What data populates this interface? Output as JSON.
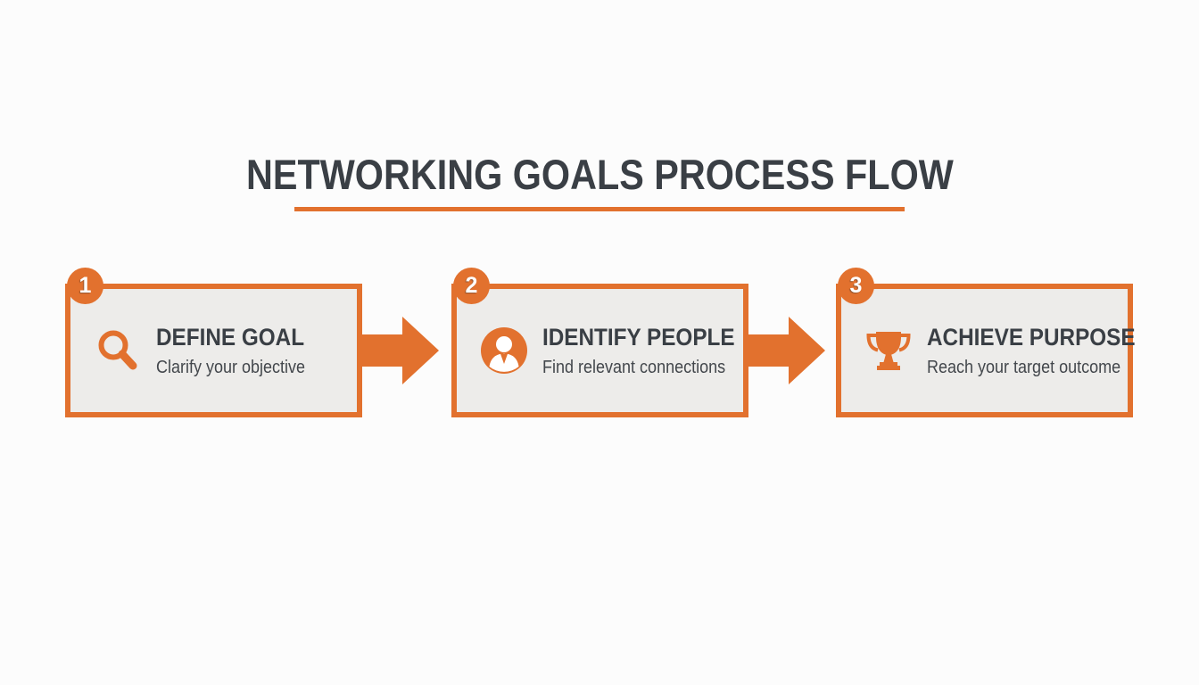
{
  "title": {
    "text": "NETWORKING GOALS PROCESS FLOW"
  },
  "colors": {
    "accent_orange": "#e2712e",
    "box_fill": "#edecea",
    "heading_text": "#3a3f45",
    "sub_text": "#43474c",
    "background": "#fcfcfc"
  },
  "steps": [
    {
      "number": "1",
      "icon": "magnifier-icon",
      "heading": "DEFINE GOAL",
      "subtext": "Clarify your objective"
    },
    {
      "number": "2",
      "icon": "person-icon",
      "heading": "IDENTIFY PEOPLE",
      "subtext": "Find relevant connections"
    },
    {
      "number": "3",
      "icon": "trophy-icon",
      "heading": "ACHIEVE PURPOSE",
      "subtext": "Reach your target outcome"
    }
  ],
  "arrows": [
    {
      "icon": "arrow-right-icon"
    },
    {
      "icon": "arrow-right-icon"
    }
  ]
}
